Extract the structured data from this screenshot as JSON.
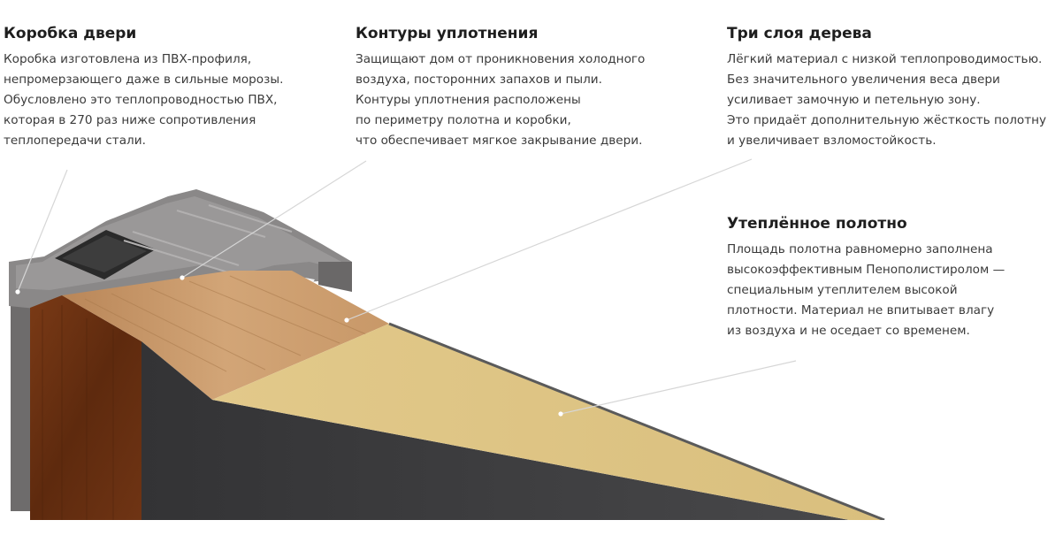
{
  "blocks": [
    {
      "title": "Коробка двери",
      "lines": [
        "Коробка изготовлена из ПВХ-профиля,",
        "непромерзающего даже в сильные морозы.",
        "Обусловлено это теплопроводностью ПВХ,",
        "которая в 270 раз ниже сопротивления",
        "теплопередачи стали."
      ]
    },
    {
      "title": "Контуры уплотнения",
      "lines": [
        "Защищают дом от проникновения холодного",
        "воздуха, посторонних запахов и пыли.",
        "Контуры уплотнения расположены",
        "по периметру полотна и коробки,",
        "что обеспечивает мягкое закрывание двери."
      ]
    },
    {
      "title": "Три слоя дерева",
      "lines": [
        "Лёгкий материал с низкой теплопроводимостью.",
        "Без значительного увеличения веса двери",
        "усиливает замочную и петельную зону.",
        "Это придаёт дополнительную жёсткость полотну",
        "и увеличивает взломостойкость."
      ]
    },
    {
      "title": "Утеплённое полотно",
      "lines": [
        "Площадь полотна равномерно заполнена",
        "высокоэффективным Пенополистиролом —",
        "специальным утеплителем высокой",
        "плотности. Материал не впитывает влагу",
        "из воздуха и не оседает со временем."
      ]
    }
  ],
  "colors": {
    "pvc_frame": "#7a7878",
    "pvc_frame_dark": "#5e5c5c",
    "wood_veneer": "#6b3212",
    "plywood": "#c99a6a",
    "insulation_foam": "#dcc382",
    "steel_sheet": "#3c3c3e",
    "leader_line": "#d4d4d4"
  }
}
